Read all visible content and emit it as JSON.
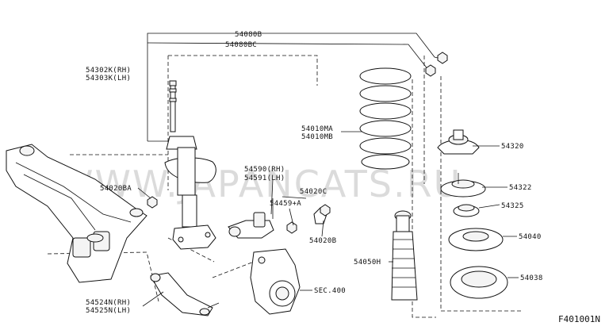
{
  "diagram": {
    "code": "F401001N",
    "watermark": "WWW.JAPANCATS.RU",
    "labels": {
      "l_54080B": "54080B",
      "l_54080BC": "54080BC",
      "l_54302K": "54302K(RH)",
      "l_54303K": "54303K(LH)",
      "l_54010MA": "54010MA",
      "l_54010MB": "54010MB",
      "l_54320": "54320",
      "l_54322": "54322",
      "l_54325": "54325",
      "l_54040": "54040",
      "l_54038": "54038",
      "l_54020BA": "54020BA",
      "l_54590": "54590(RH)",
      "l_54591": "54591(LH)",
      "l_54020C": "54020C",
      "l_54459A": "54459+A",
      "l_54020B": "54020B",
      "l_54050H": "54050H",
      "l_54524N": "54524N(RH)",
      "l_54525N": "54525N(LH)",
      "l_SEC400": "SEC.400"
    }
  }
}
